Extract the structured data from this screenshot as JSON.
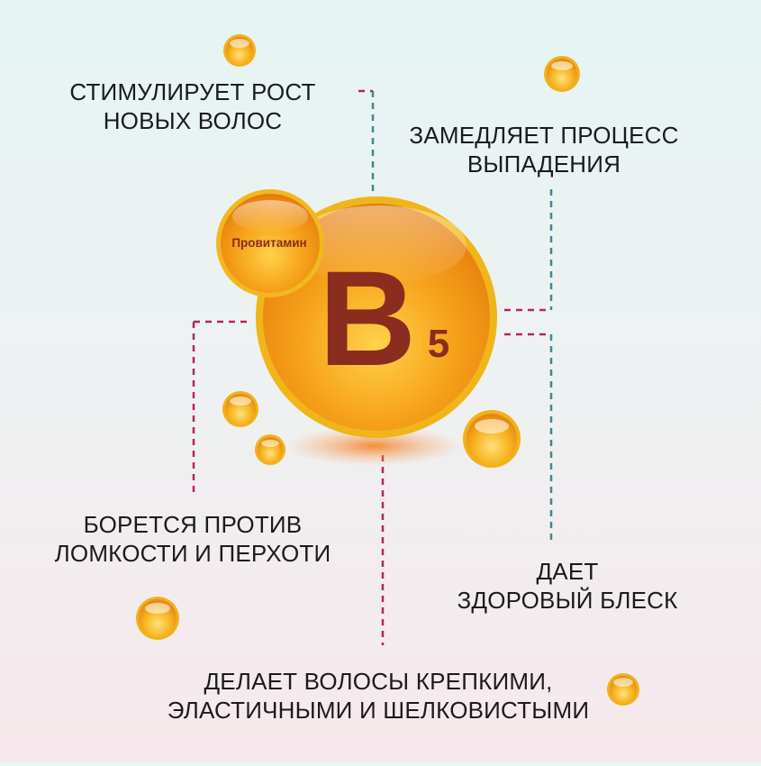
{
  "vitamin": {
    "badge_label": "Провитамин",
    "letter": "B",
    "subscript": "5"
  },
  "benefits": [
    {
      "line1": "СТИМУЛИРУЕТ РОСТ",
      "line2": "НОВЫХ ВОЛОС"
    },
    {
      "line1": "ЗАМЕДЛЯЕТ ПРОЦЕСС",
      "line2": "ВЫПАДЕНИЯ"
    },
    {
      "line1": "БОРЕТСЯ ПРОТИВ",
      "line2": "ЛОМКОСТИ И ПЕРХОТИ"
    },
    {
      "line1": "ДАЕТ",
      "line2": "ЗДОРОВЫЙ БЛЕСК"
    },
    {
      "line1": "ДЕЛАЕТ ВОЛОСЫ КРЕПКИМИ,",
      "line2": "ЭЛАСТИЧНЫМИ И ШЕЛКОВИСТЫМИ"
    }
  ],
  "colors": {
    "teal": "#3f8a8c",
    "magenta": "#b8245f",
    "gold": "#f2b31c",
    "letter": "#8a2d1e"
  }
}
